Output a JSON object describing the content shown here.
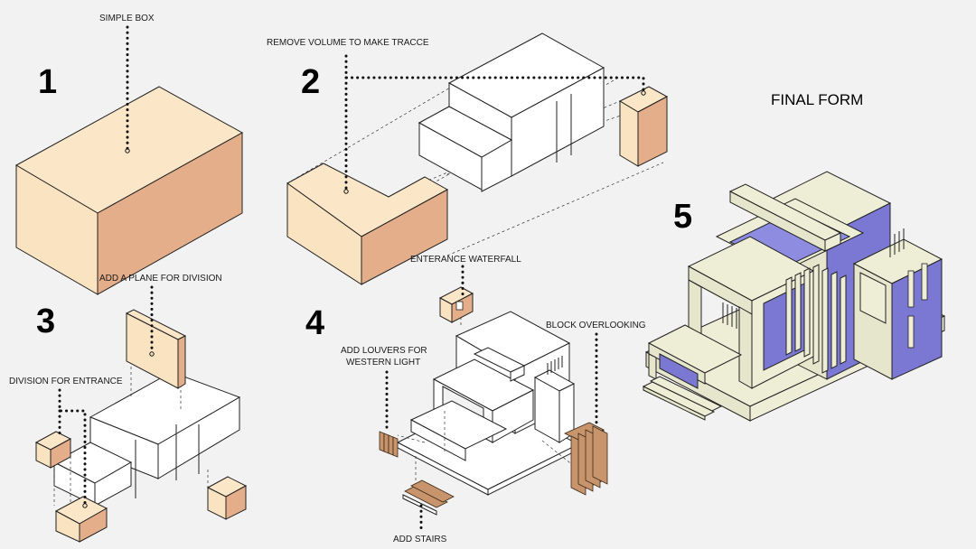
{
  "steps": [
    {
      "number": "1",
      "label": "SIMPLE BOX"
    },
    {
      "number": "2",
      "label": "REMOVE VOLUME TO MAKE TRACCE"
    },
    {
      "number": "3",
      "label": "ADD A PLANE FOR DIVISION",
      "secondary_label": "DIVISION FOR ENTRANCE"
    },
    {
      "number": "4",
      "labels": [
        "ENTERANCE WATERFALL",
        "BLOCK OVERLOOKING",
        "ADD LOUVERS FOR",
        "WESTERN LIGHT",
        "ADD STAIRS"
      ]
    },
    {
      "number": "5",
      "label": "FINAL FORM"
    }
  ],
  "colors": {
    "background": "#f1f2f1",
    "warm_light": "#fae3c0",
    "warm_dark": "#e4ae8a",
    "cream": "#eeeed6",
    "purple": "#7a78d2",
    "wood": "#c8946c"
  }
}
